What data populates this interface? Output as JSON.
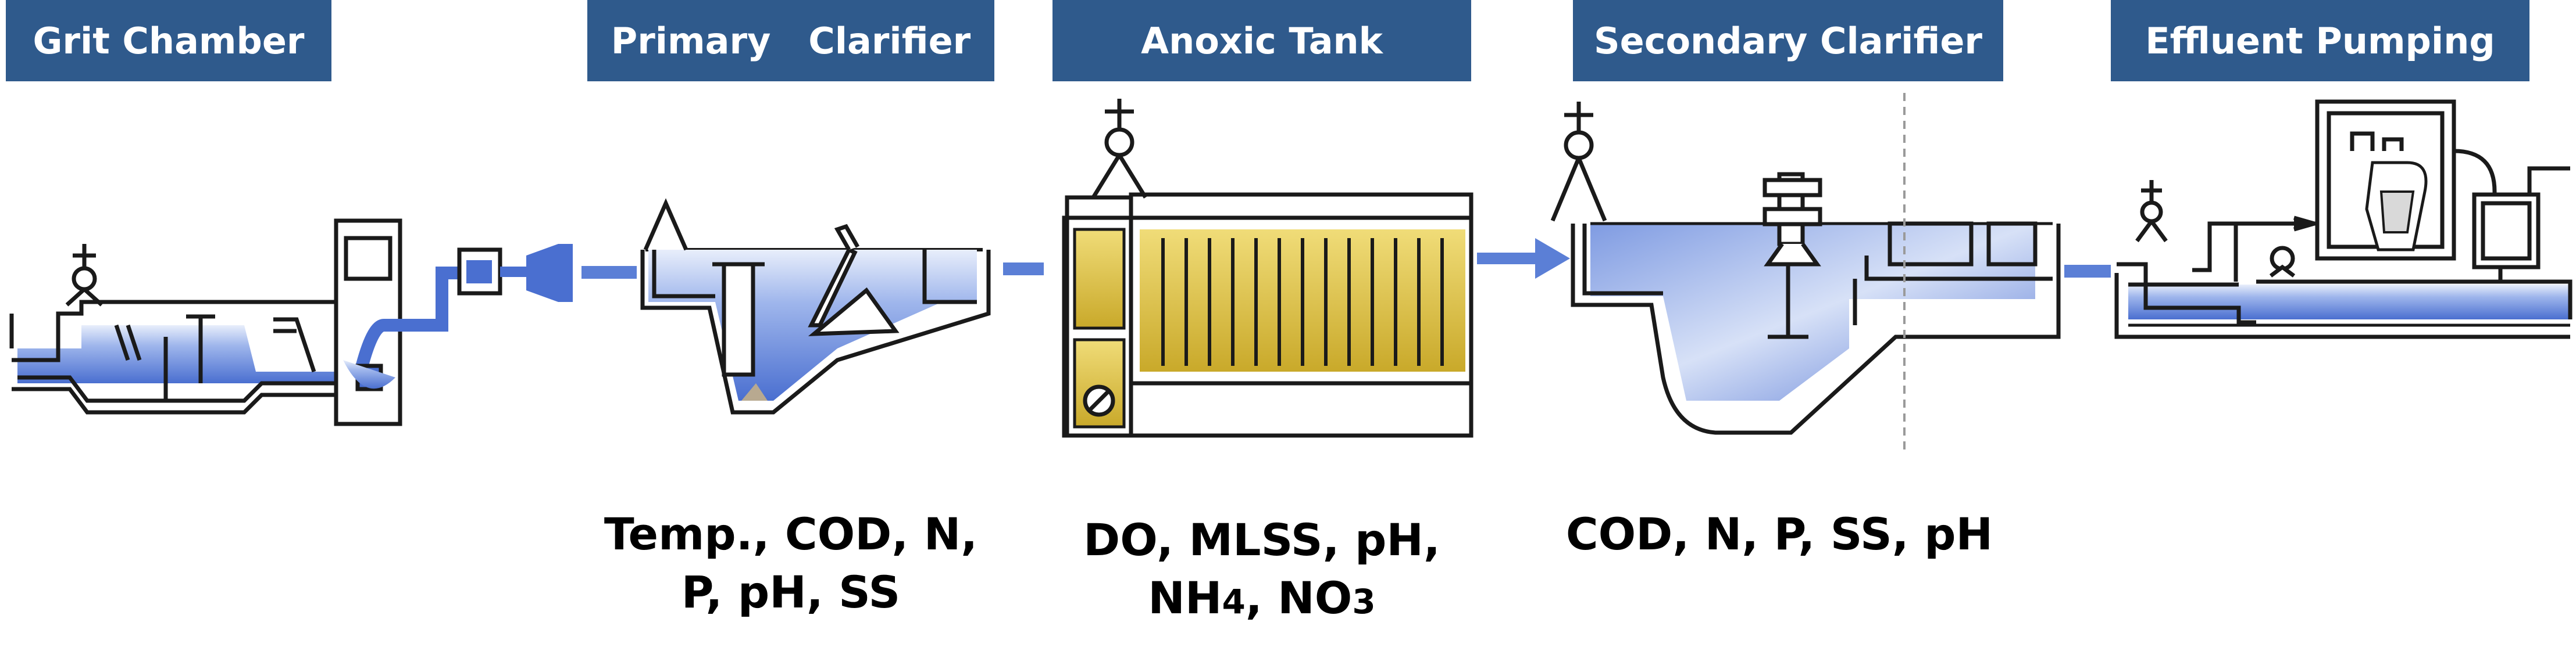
{
  "stages": [
    {
      "id": "grit-chamber",
      "label": "Grit Chamber"
    },
    {
      "id": "primary-clarifier",
      "label": "Primary   Clarifier"
    },
    {
      "id": "anoxic-tank",
      "label": "Anoxic Tank"
    },
    {
      "id": "secondary-clarifier",
      "label": "Secondary Clarifier"
    },
    {
      "id": "effluent-pumping",
      "label": "Effluent Pumping"
    }
  ],
  "parameters": {
    "primary_clarifier": {
      "line1": "Temp., COD, N,",
      "line2": "P, pH, SS"
    },
    "anoxic_tank": {
      "line1": "DO, MLSS, pH,",
      "line2_a": "NH",
      "line2_a_sub": "4",
      "line2_sep": ", NO",
      "line2_b_sub": "3"
    },
    "secondary_clarifier": {
      "line1": "COD, N, P, SS, pH"
    }
  },
  "colors": {
    "label_bg": "#2f5a8c",
    "water": "#4a6fd0",
    "water_light": "#c9d6f4",
    "flow_arrow": "#5b7fd6",
    "media": "#d3b73a",
    "outline": "#1a1a1a"
  }
}
